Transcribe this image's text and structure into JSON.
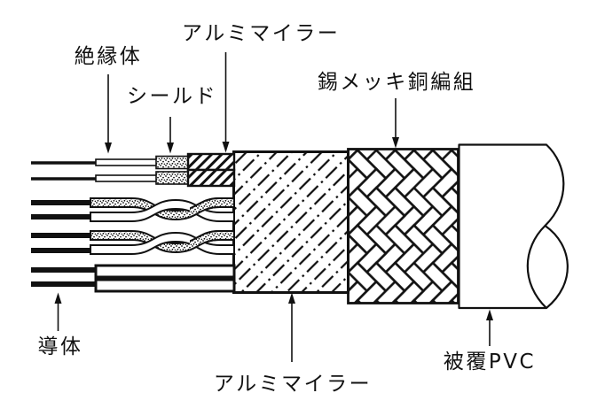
{
  "diagram": {
    "subject": "shielded-cable-construction-diagram",
    "background_color": "#ffffff",
    "line_color": "#111111",
    "labels": {
      "insulation": "絶縁体",
      "shield": "シールド",
      "mylar_top": "アルミマイラー",
      "tinned_copper_braid": "錫メッキ銅編組",
      "conductor": "導体",
      "mylar_bottom": "アルミマイラー",
      "pvc_jacket": "被覆PVC"
    }
  }
}
